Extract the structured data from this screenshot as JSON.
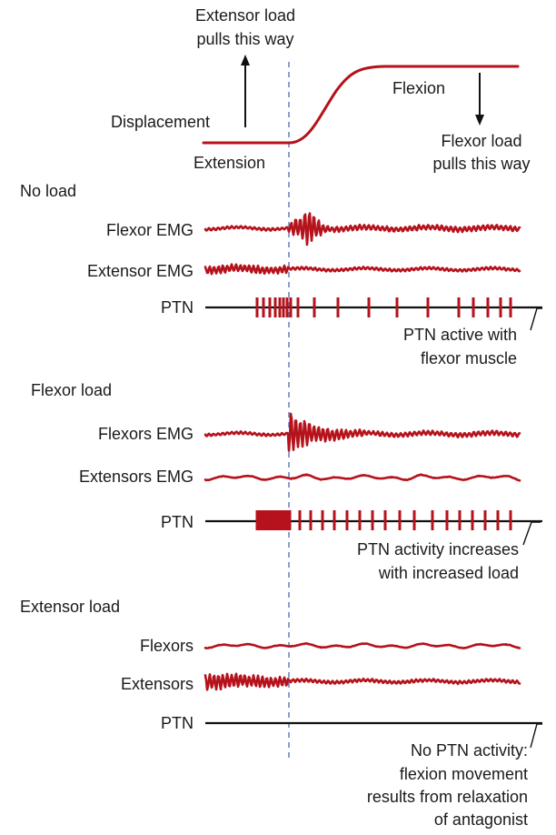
{
  "colors": {
    "trace": "#b5121b",
    "baseline": "#111111",
    "time_marker": "#6f86c2",
    "text": "#1a1a1a"
  },
  "top": {
    "extensor_load": [
      "Extensor load",
      "pulls this way"
    ],
    "displacement": "Displacement",
    "flexion": "Flexion",
    "flexor_load": [
      "Flexor load",
      "pulls this way"
    ],
    "extension": "Extension"
  },
  "panels": [
    {
      "title": "No load",
      "flexor_label": "Flexor EMG",
      "extensor_label": "Extensor EMG",
      "ptn_label": "PTN",
      "annotation": [
        "PTN active with",
        "flexor muscle"
      ]
    },
    {
      "title": "Flexor load",
      "flexor_label": "Flexors EMG",
      "extensor_label": "Extensors EMG",
      "ptn_label": "PTN",
      "annotation": [
        "PTN activity increases",
        "with increased load"
      ]
    },
    {
      "title": "Extensor load",
      "flexor_label": "Flexors",
      "extensor_label": "Extensors",
      "ptn_label": "PTN",
      "annotation": [
        "No PTN activity:",
        "flexion movement",
        "results from relaxation",
        "of antagonist"
      ]
    }
  ]
}
